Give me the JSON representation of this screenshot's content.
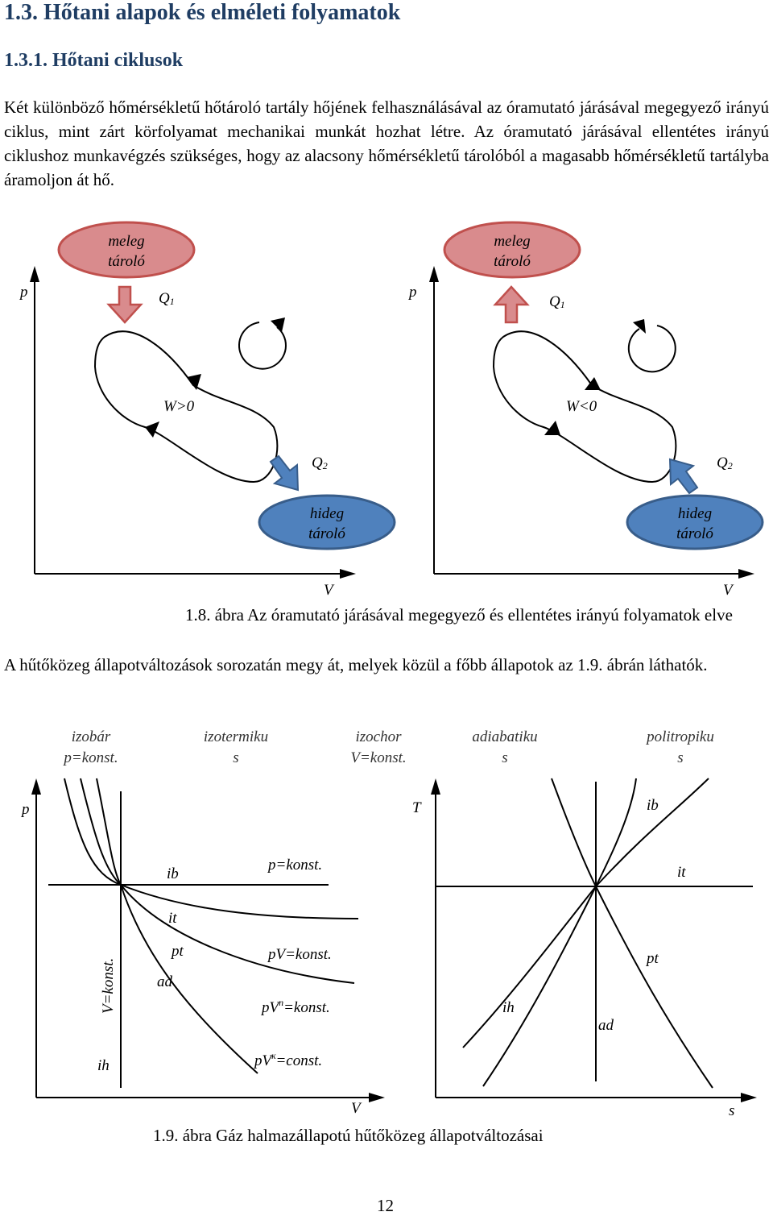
{
  "heading": {
    "section": "1.3. Hőtani alapok és elméleti folyamatok",
    "subsection": "1.3.1. Hőtani ciklusok"
  },
  "paragraphs": {
    "p1": "Két különböző hőmérsékletű hőtároló tartály hőjének felhasználásával az óramutató járásával megegyező irányú ciklus, mint zárt körfolyamat mechanikai munkát hozhat létre. Az óramutató járásával ellentétes irányú ciklushoz munkavégzés szükséges, hogy az alacsony hőmérsékletű tárolóból a magasabb hőmérsékletű tartályba áramoljon át hő.",
    "p2": "A hűtőközeg állapotváltozások sorozatán megy át, melyek közül a főbb állapotok az 1.9. ábrán láthatók."
  },
  "figure18": {
    "caption": "1.8. ábra Az óramutató járásával megegyező és ellentétes irányú folyamatok elve",
    "left": {
      "warm_line1": "meleg",
      "warm_line2": "tároló",
      "cold_line1": "hideg",
      "cold_line2": "tároló",
      "axis_y": "p",
      "axis_x": "V",
      "q1": "Q",
      "q1_sub": "1",
      "q2": "Q",
      "q2_sub": "2",
      "work": "W>0"
    },
    "right": {
      "warm_line1": "meleg",
      "warm_line2": "tároló",
      "cold_line1": "hideg",
      "cold_line2": "tároló",
      "axis_y": "p",
      "axis_x": "V",
      "q1": "Q",
      "q1_sub": "1",
      "q2": "Q",
      "q2_sub": "2",
      "work": "W<0"
    },
    "colors": {
      "warm_fill": "#d98b8d",
      "warm_stroke": "#c0504d",
      "cold_fill": "#4f81bd",
      "cold_stroke": "#385d8a"
    }
  },
  "figure19": {
    "caption": "1.9. ábra Gáz halmazállapotú hűtőközeg állapotváltozásai",
    "header_labels": [
      {
        "line1": "izobár",
        "line2": "p=konst."
      },
      {
        "line1": "izotermiku",
        "line2": "s"
      },
      {
        "line1": "izochor",
        "line2": "V=konst."
      },
      {
        "line1": "adiabatiku",
        "line2": "s"
      },
      {
        "line1": "politropiku",
        "line2": "s"
      }
    ],
    "pv": {
      "axis_y": "p",
      "axis_x": "V",
      "ib": "ib",
      "it": "it",
      "pt": "pt",
      "ad": "ad",
      "ih": "ih",
      "eq_isobar": "p=konst.",
      "eq_isotherm": "pV=konst.",
      "eq_polytropic_a": "pV",
      "eq_polytropic_exp": "n",
      "eq_polytropic_b": "=konst.",
      "eq_adiabatic_a": "pV",
      "eq_adiabatic_exp": "ĸ",
      "eq_adiabatic_b": "=const.",
      "eq_isochor": "V=konst."
    },
    "ts": {
      "axis_y": "T",
      "axis_x": "s",
      "ib": "ib",
      "it": "it",
      "pt": "pt",
      "ih": "ih",
      "ad": "ad"
    }
  },
  "page_number": "12"
}
